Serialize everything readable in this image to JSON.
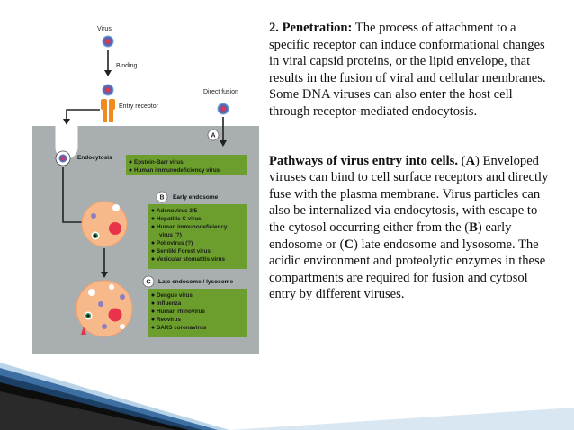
{
  "figure": {
    "labels": {
      "virus": "Virus",
      "binding": "Binding",
      "entry_receptor": "Entry receptor",
      "direct_fusion": "Direct fusion",
      "endocytosis": "Endocytosis",
      "early_endosome": "Early endosome",
      "late_endosome": "Late endosome / lysosome"
    },
    "markers": {
      "a": "A",
      "b": "B",
      "c": "C"
    },
    "list_a": [
      "Epstein-Barr virus",
      "Human immunodeficiency virus"
    ],
    "list_b": [
      "Adenovirus 2/5",
      "Hepatitis C virus",
      "Human immunodeficiency",
      "virus (?)",
      "Poliovirus (?)",
      "Semliki Forest virus",
      "Vesicular stomatitis virus"
    ],
    "list_c": [
      "Dengue virus",
      "Influenza",
      "Human rhinovirus",
      "Reovirus",
      "SARS coronavirus"
    ],
    "colors": {
      "cell": "#a9aeb1",
      "box": "#6b9e2c",
      "endosome": "#f7b98a",
      "receptor": "#f08c1f"
    }
  },
  "text": {
    "p1_heading": "2. Penetration:",
    "p1_body": " The process of attachment to a specific receptor can induce conformational changes in viral capsid proteins, or the lipid envelope, that results in the fusion of viral and cellular membranes. Some DNA viruses can also enter the host cell through receptor-mediated endocytosis.",
    "p2_heading": "Pathways of virus entry into cells.",
    "p2_s1": " (",
    "p2_a": "A",
    "p2_s2": ") Enveloped viruses can bind to cell surface receptors and directly fuse with the plasma membrane. Virus particles can also be internalized via endocytosis, with escape to the cytosol occurring either from the (",
    "p2_b": "B",
    "p2_s3": ") early endosome or (",
    "p2_c": "C",
    "p2_s4": ") late endosome and lysosome. The acidic environment and proteolytic enzymes in these compartments are required for fusion and cytosol entry by different viruses."
  }
}
